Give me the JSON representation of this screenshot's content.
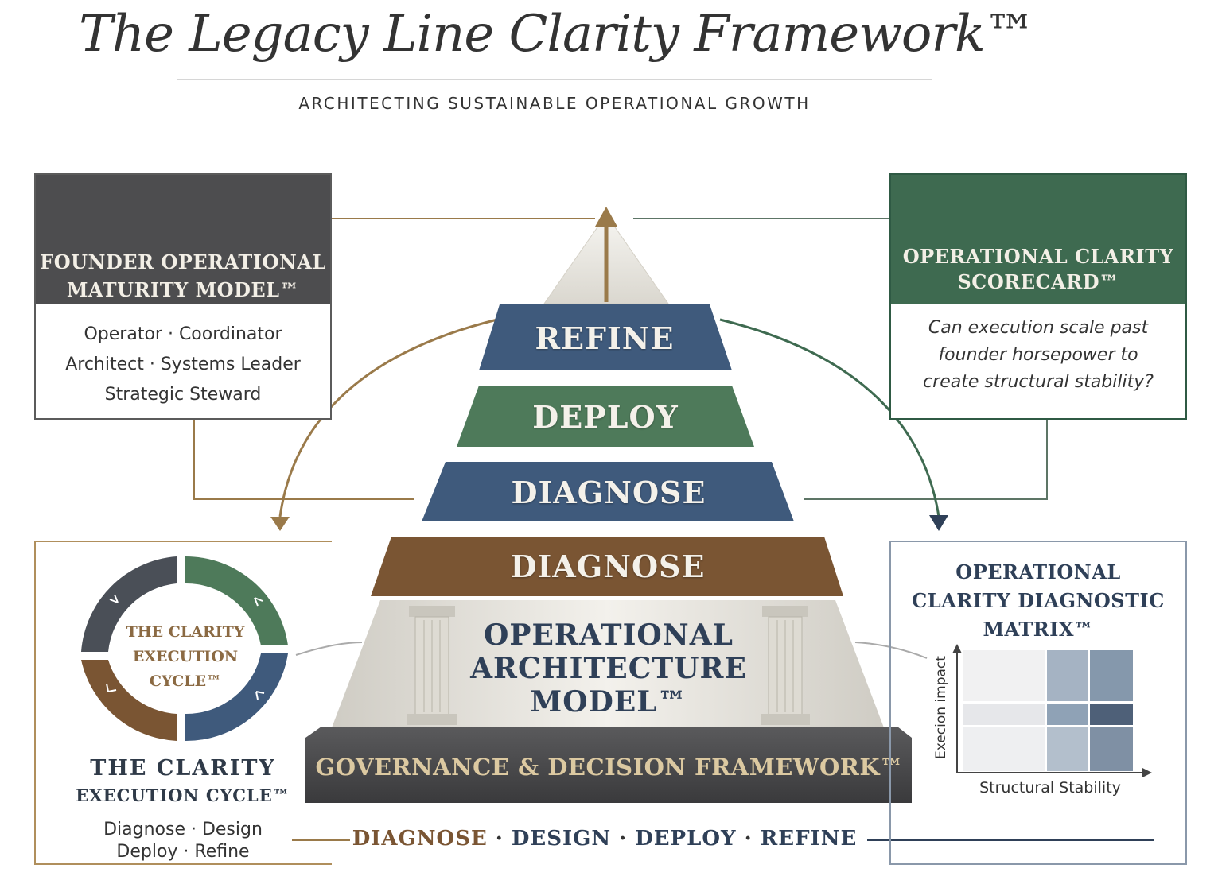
{
  "header": {
    "title": "The Legacy Line Clarity Framework™",
    "subtitle": "ARCHITECTING SUSTAINABLE OPERATIONAL GROWTH"
  },
  "pyramid": {
    "tiers": [
      "REFINE",
      "DEPLOY",
      "DIAGNOSE",
      "DIAGNOSE"
    ],
    "core_label_lines": [
      "OPERATIONAL",
      "ARCHITECTURE",
      "MODEL™"
    ],
    "base_label": "GOVERNANCE & DECISION FRAMEWORK™",
    "colors": {
      "refine": "#3f5a7c",
      "deploy": "#4e7a5a",
      "diagnose_blue": "#3f5a7c",
      "diagnose_brown": "#7a5533",
      "base": "#4a4a4c",
      "accent_gold": "#9a7a4a",
      "accent_green": "#3e6a50"
    }
  },
  "cards": {
    "founder_model": {
      "title_lines": [
        "FOUNDER OPERATIONAL",
        "MATURITY MODEL™"
      ],
      "body_lines": [
        "Operator · Coordinator",
        "Architect · Systems Leader",
        "Strategic Steward"
      ],
      "icon": "pyramid-icon"
    },
    "scorecard": {
      "title_lines": [
        "OPERATIONAL CLARITY",
        "SCORECARD™"
      ],
      "body_lines": [
        "Can execution scale past",
        "founder horsepower to",
        "create structural stability?"
      ],
      "icon": "pyramid-icon"
    },
    "execution_cycle": {
      "ring_label_lines": [
        "THE CLARITY",
        "EXECUTION",
        "CYCLE™"
      ],
      "title_line1": "THE CLARITY",
      "title_line2": "EXECUTION CYCLE™",
      "steps_lines": [
        "Diagnose · Design",
        "Deploy · Refine"
      ]
    },
    "diagnostic_matrix": {
      "title_lines": [
        "OPERATIONAL",
        "CLARITY DIAGNOSTIC",
        "MATRIX™"
      ],
      "y_axis": "Execion impact",
      "x_axis": "Structural Stability"
    }
  },
  "bottom_strip": [
    "DIAGNOSE",
    "DESIGN",
    "DEPLOY",
    "REFINE"
  ]
}
